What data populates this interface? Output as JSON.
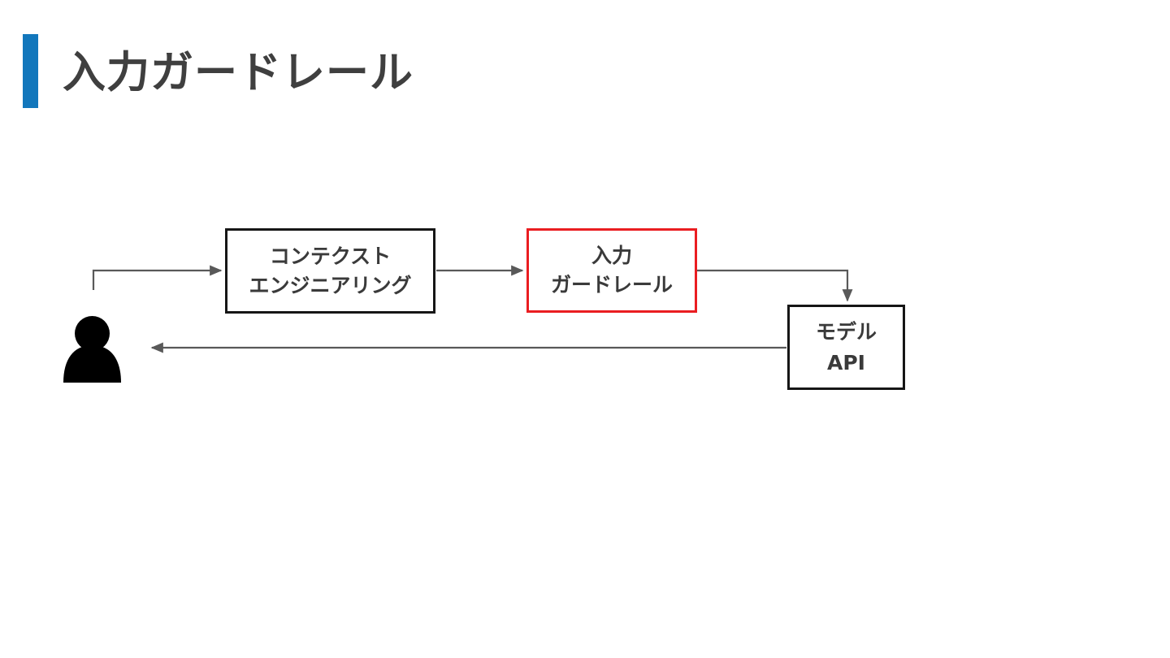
{
  "slide": {
    "title": "入力ガードレール",
    "accent_color": "#1277bc",
    "background_color": "#ffffff",
    "title_color": "#3f3f3f"
  },
  "diagram": {
    "type": "flow",
    "actor": {
      "icon": "user-person-icon",
      "label": ""
    },
    "nodes": [
      {
        "id": "context-engineering",
        "lines": [
          "コンテクスト",
          "エンジニアリング"
        ],
        "border_color": "#161616",
        "text_color": "#3a3a3a",
        "highlighted": false
      },
      {
        "id": "input-guardrail",
        "lines": [
          "入力",
          "ガードレール"
        ],
        "border_color": "#ea1d21",
        "text_color": "#3a3a3a",
        "highlighted": true
      },
      {
        "id": "model-api",
        "lines": [
          "モデル",
          "API"
        ],
        "border_color": "#161616",
        "text_color": "#3a3a3a",
        "highlighted": false
      }
    ],
    "connectors": [
      {
        "id": "user-to-context",
        "from": "user",
        "to": "context-engineering",
        "direction": "forward",
        "color": "#595959"
      },
      {
        "id": "context-to-guardrail",
        "from": "context-engineering",
        "to": "input-guardrail",
        "direction": "forward",
        "color": "#595959"
      },
      {
        "id": "guardrail-to-model",
        "from": "input-guardrail",
        "to": "model-api",
        "direction": "forward",
        "color": "#595959"
      },
      {
        "id": "model-to-user",
        "from": "model-api",
        "to": "user",
        "direction": "backward",
        "color": "#595959"
      }
    ]
  }
}
